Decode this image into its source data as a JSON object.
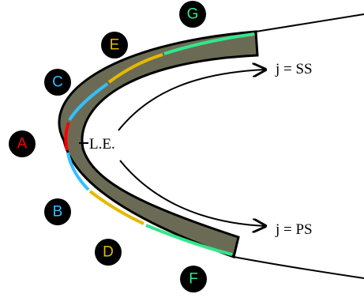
{
  "segments": [
    {
      "id": "A",
      "label": "A",
      "color": "#ff0000"
    },
    {
      "id": "B",
      "label": "B",
      "color": "#33bfff"
    },
    {
      "id": "C",
      "label": "C",
      "color": "#33bfff"
    },
    {
      "id": "D",
      "label": "D",
      "color": "#e6b800"
    },
    {
      "id": "E",
      "label": "E",
      "color": "#e6b800"
    },
    {
      "id": "F",
      "label": "F",
      "color": "#33e68c"
    },
    {
      "id": "G",
      "label": "G",
      "color": "#33e68c"
    }
  ],
  "text": {
    "leading_edge": "L.E.",
    "suction_side": "j = SS",
    "pressure_side": "j = PS"
  },
  "colors": {
    "band_fill": "#6b6b55",
    "label_circle": "#000000"
  }
}
